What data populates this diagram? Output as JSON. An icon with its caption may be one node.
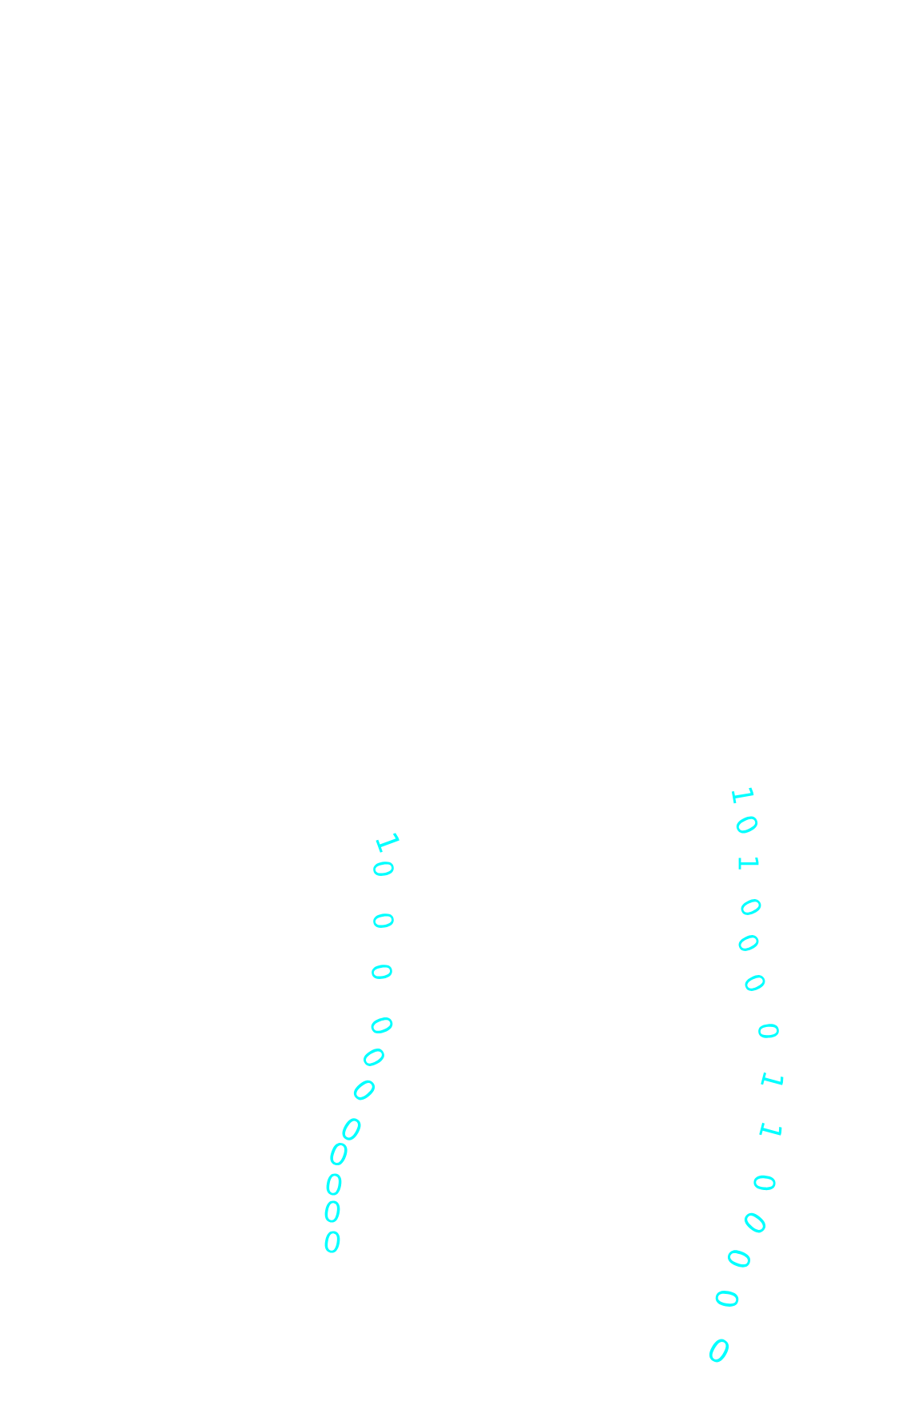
{
  "diagram": {
    "labels": [
      "1",
      "0",
      "0",
      "0",
      "0",
      "0",
      "0",
      "0",
      "0",
      "0",
      "0",
      "0",
      "1",
      "0",
      "1",
      "0",
      "0",
      "0",
      "0",
      "1",
      "1",
      "0",
      "0",
      "0",
      "0",
      "0"
    ]
  }
}
